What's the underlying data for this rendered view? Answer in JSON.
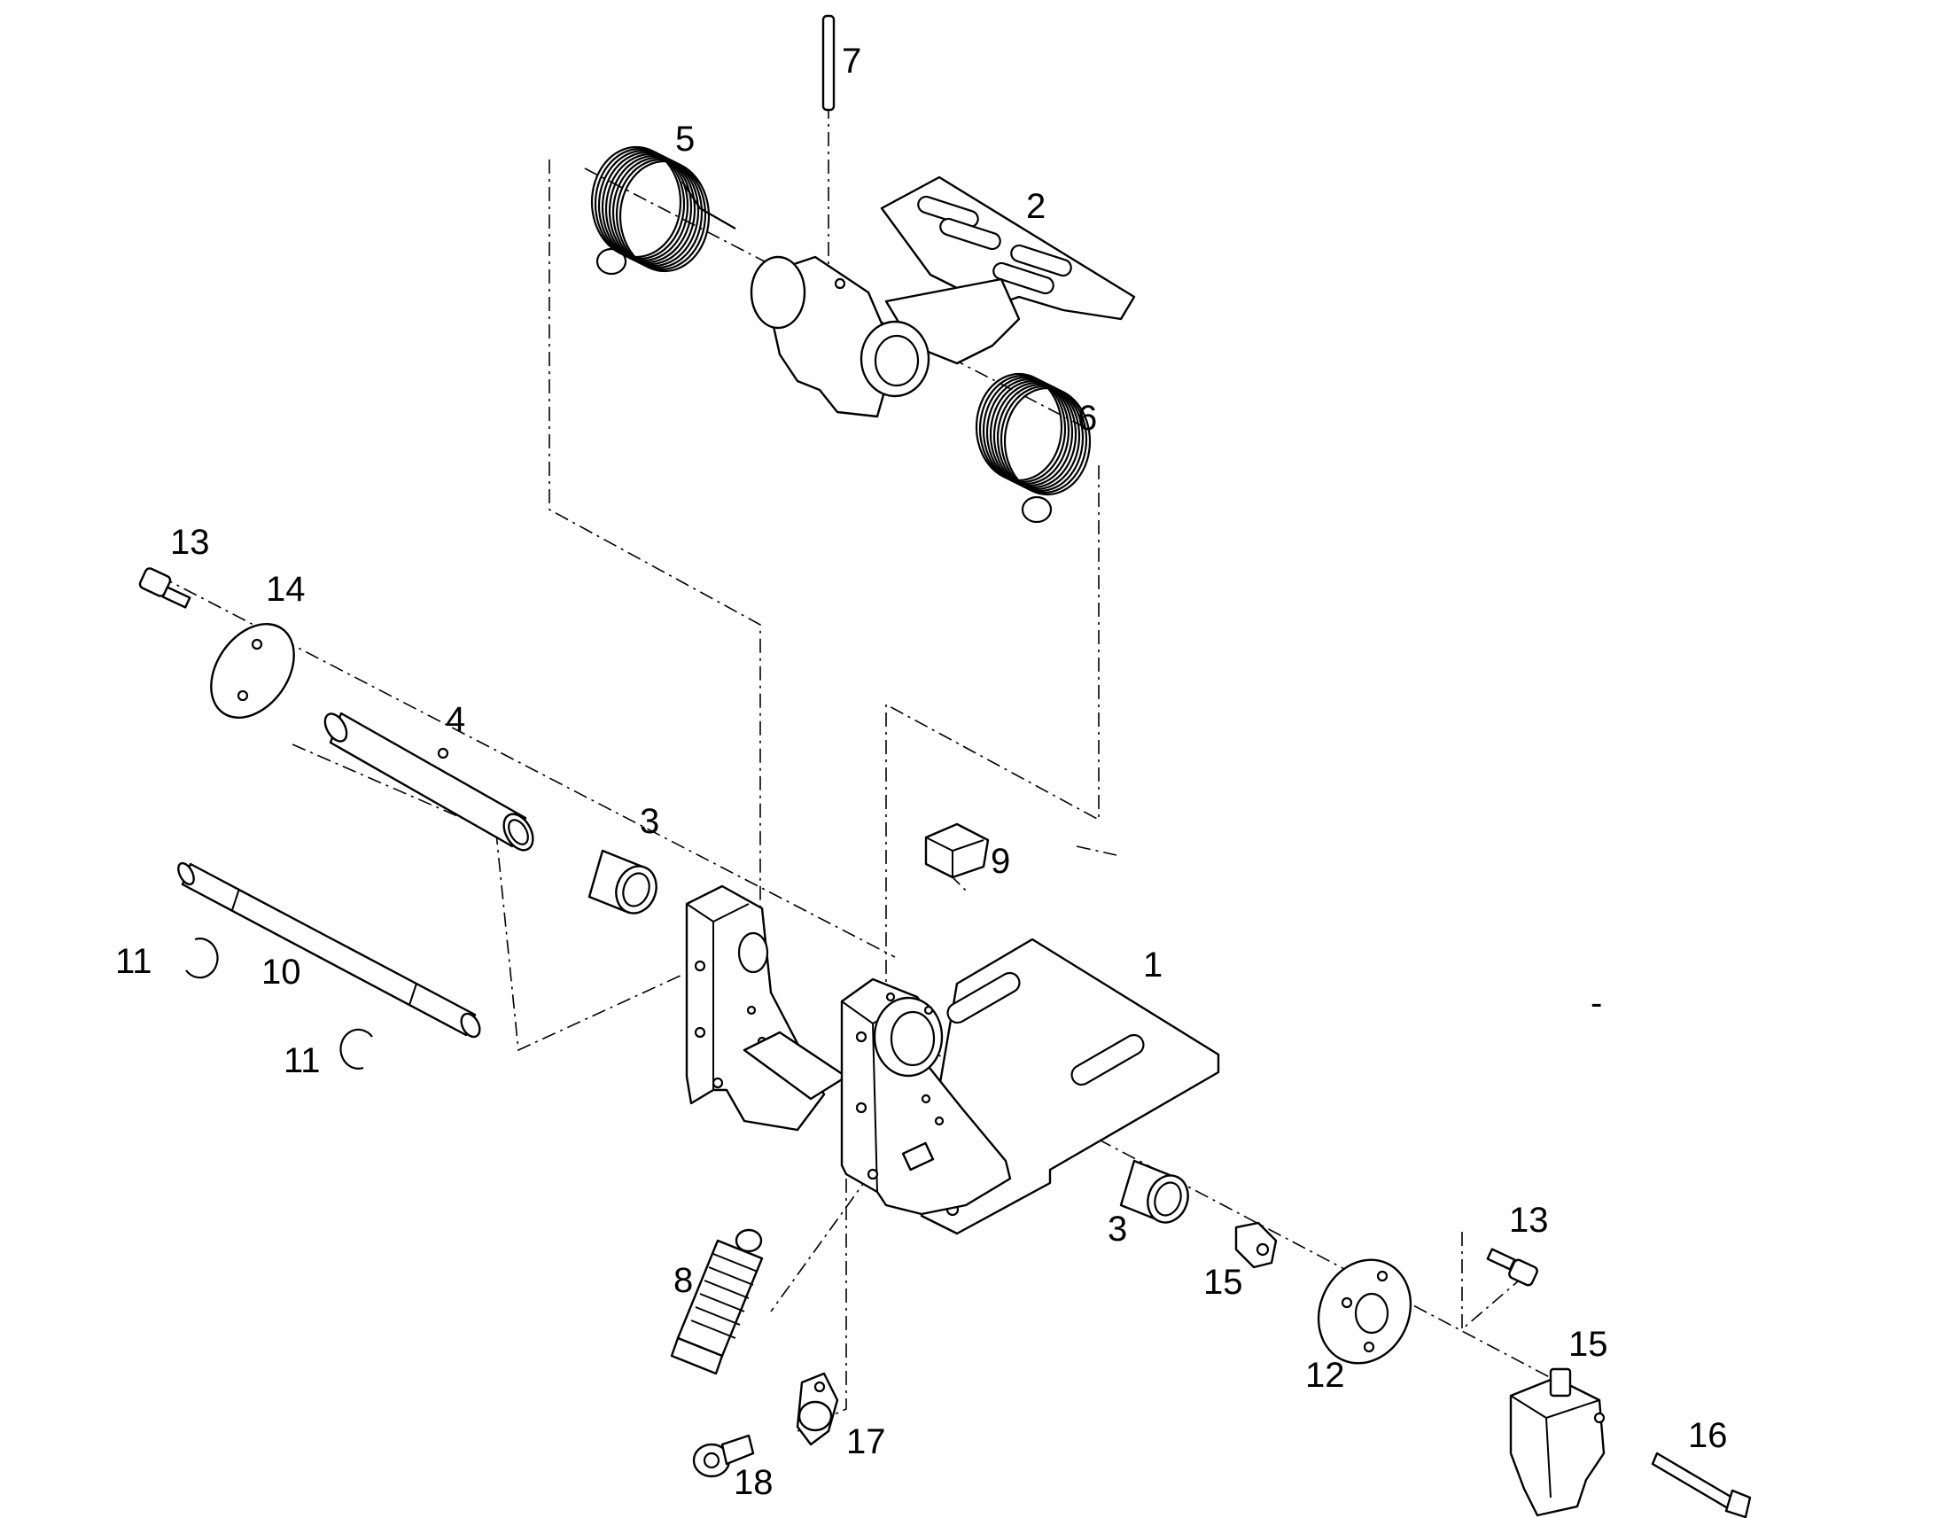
{
  "callouts": {
    "c1": "1",
    "c2": "2",
    "c3a": "3",
    "c3b": "3",
    "c4": "4",
    "c5": "5",
    "c6": "6",
    "c7": "7",
    "c8": "8",
    "c9": "9",
    "c10": "10",
    "c11a": "11",
    "c11b": "11",
    "c12": "12",
    "c13a": "13",
    "c13b": "13",
    "c14": "14",
    "c15a": "15",
    "c15b": "15",
    "c16": "16",
    "c17": "17",
    "c18": "18",
    "dash": "-"
  }
}
